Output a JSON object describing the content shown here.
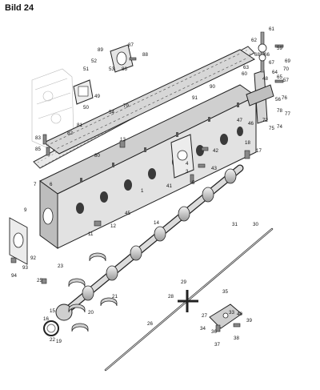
{
  "figure": {
    "title": "Bild 24",
    "callouts": [
      "1",
      "3",
      "4",
      "5",
      "6",
      "7",
      "9",
      "11",
      "12",
      "13",
      "14",
      "15",
      "16",
      "17",
      "18",
      "19",
      "20",
      "21",
      "22",
      "23",
      "25",
      "26",
      "27",
      "28",
      "29",
      "30",
      "31",
      "33",
      "34",
      "35",
      "36",
      "37",
      "38",
      "39",
      "40",
      "41",
      "42",
      "43",
      "45",
      "46",
      "47",
      "48",
      "49",
      "50",
      "51",
      "52",
      "53",
      "54",
      "56",
      "57",
      "59",
      "60",
      "61",
      "62",
      "63",
      "64",
      "65",
      "66",
      "67",
      "68",
      "69",
      "70",
      "72",
      "74",
      "75",
      "76",
      "77",
      "78",
      "79",
      "80",
      "81",
      "82",
      "83",
      "85",
      "86",
      "87",
      "88",
      "89",
      "90",
      "91",
      "92",
      "93",
      "94"
    ]
  }
}
